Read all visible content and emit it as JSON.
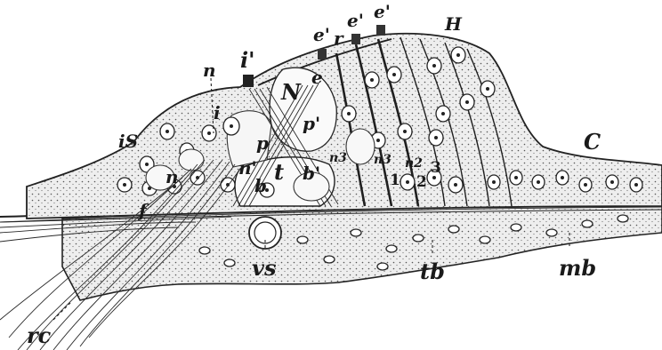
{
  "figure": {
    "labels": [
      {
        "key": "i-prime",
        "text": "i'"
      },
      {
        "key": "n-top",
        "text": "n"
      },
      {
        "key": "e-prime-1",
        "text": "e'"
      },
      {
        "key": "r",
        "text": "r"
      },
      {
        "key": "e-prime-2",
        "text": "e'"
      },
      {
        "key": "e-prime-3",
        "text": "e'"
      },
      {
        "key": "H",
        "text": "H"
      },
      {
        "key": "e",
        "text": "e"
      },
      {
        "key": "N",
        "text": "N"
      },
      {
        "key": "p-prime",
        "text": "p'"
      },
      {
        "key": "i",
        "text": "i"
      },
      {
        "key": "p",
        "text": "p"
      },
      {
        "key": "iS",
        "text": "iS"
      },
      {
        "key": "n-left",
        "text": "n"
      },
      {
        "key": "n-prime",
        "text": "n'"
      },
      {
        "key": "b",
        "text": "b"
      },
      {
        "key": "t",
        "text": "t"
      },
      {
        "key": "b-prime",
        "text": "b'"
      },
      {
        "key": "n3-a",
        "text": "n3"
      },
      {
        "key": "n3-b",
        "text": "n3"
      },
      {
        "key": "n2",
        "text": "n2"
      },
      {
        "key": "num-1",
        "text": "1"
      },
      {
        "key": "num-2",
        "text": "2"
      },
      {
        "key": "num-3",
        "text": "3"
      },
      {
        "key": "C",
        "text": "C"
      },
      {
        "key": "f",
        "text": "f"
      },
      {
        "key": "vs",
        "text": "vs"
      },
      {
        "key": "tb",
        "text": "tb"
      },
      {
        "key": "mb",
        "text": "mb"
      },
      {
        "key": "rc",
        "text": "rc"
      }
    ]
  }
}
